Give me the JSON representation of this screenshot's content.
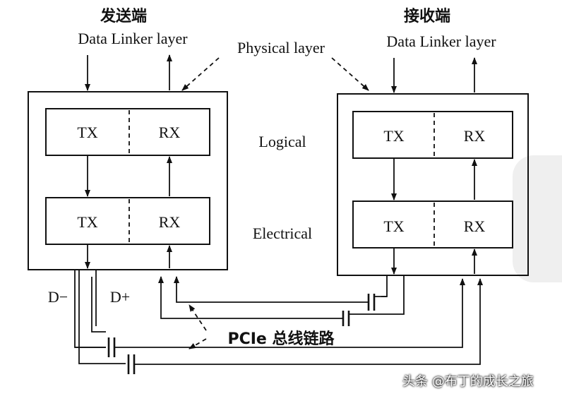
{
  "sender": {
    "title": "发送端",
    "upper_layer": "Data Linker layer",
    "logical": {
      "tx": "TX",
      "rx": "RX"
    },
    "electrical": {
      "tx": "TX",
      "rx": "RX"
    }
  },
  "receiver": {
    "title": "接收端",
    "upper_layer": "Data Linker layer",
    "logical": {
      "tx": "TX",
      "rx": "RX"
    },
    "electrical": {
      "tx": "TX",
      "rx": "RX"
    }
  },
  "labels": {
    "physical_layer": "Physical layer",
    "logical": "Logical",
    "electrical": "Electrical",
    "d_minus": "D−",
    "d_plus": "D+",
    "bus_link": "PCIe 总线链路"
  },
  "watermark": "头条 @布丁的成长之旅",
  "colors": {
    "ink": "#111111",
    "background": "#ffffff"
  }
}
